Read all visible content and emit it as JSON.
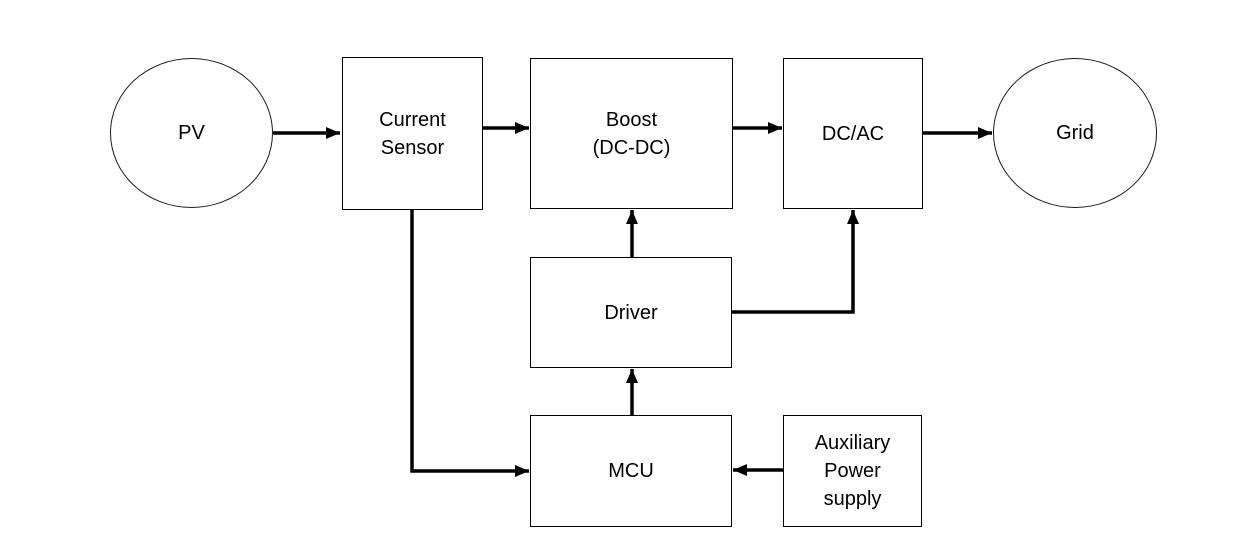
{
  "diagram": {
    "background_color": "#ffffff",
    "line_color": "#000000",
    "text_color": "#000000",
    "nodes": {
      "pv": {
        "label": "PV",
        "shape": "ellipse"
      },
      "current_sensor": {
        "label": "Current\nSensor",
        "shape": "rect"
      },
      "boost": {
        "label": "Boost\n(DC-DC)",
        "shape": "rect"
      },
      "dc_ac": {
        "label": "DC/AC",
        "shape": "rect"
      },
      "grid": {
        "label": "Grid",
        "shape": "ellipse"
      },
      "driver": {
        "label": "Driver",
        "shape": "rect"
      },
      "mcu": {
        "label": "MCU",
        "shape": "rect"
      },
      "aux_power": {
        "label": "Auxiliary\nPower\nsupply",
        "shape": "rect"
      }
    },
    "edges": [
      {
        "from": "pv",
        "to": "current_sensor",
        "style": "arrow"
      },
      {
        "from": "current_sensor",
        "to": "boost",
        "style": "arrow"
      },
      {
        "from": "boost",
        "to": "dc_ac",
        "style": "arrow"
      },
      {
        "from": "dc_ac",
        "to": "grid",
        "style": "arrow"
      },
      {
        "from": "driver",
        "to": "boost",
        "style": "arrow"
      },
      {
        "from": "driver",
        "to": "dc_ac",
        "style": "elbow-arrow"
      },
      {
        "from": "mcu",
        "to": "driver",
        "style": "arrow"
      },
      {
        "from": "current_sensor",
        "to": "mcu",
        "style": "elbow-arrow"
      },
      {
        "from": "aux_power",
        "to": "mcu",
        "style": "arrow"
      }
    ]
  }
}
